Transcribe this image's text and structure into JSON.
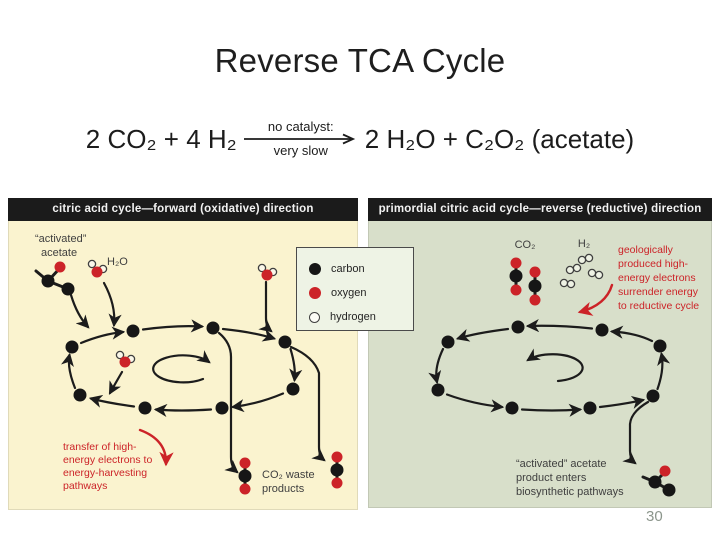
{
  "title": "Reverse TCA Cycle",
  "equation": {
    "reactants": "2 CO₂ + 4 H₂",
    "condition_top": "no catalyst:",
    "condition_bottom": "very slow",
    "products": "2 H₂O + C₂O₂ (acetate)"
  },
  "legend": {
    "carbon": "carbon",
    "oxygen": "oxygen",
    "hydrogen": "hydrogen"
  },
  "left_panel": {
    "header": "citric acid cycle—forward (oxidative) direction",
    "activated_acetate_line1": "“activated”",
    "activated_acetate_line2": "acetate",
    "h2o_label": "H₂O",
    "co2_waste_line1": "CO₂ waste",
    "co2_waste_line2": "products",
    "transfer_note": [
      "transfer of high-",
      "energy electrons to",
      "energy-harvesting",
      "pathways"
    ]
  },
  "right_panel": {
    "header": "primordial citric acid cycle—reverse (reductive) direction",
    "co2_label": "CO₂",
    "h2_label": "H₂",
    "geo_note": [
      "geologically",
      "produced high-",
      "energy electrons",
      "surrender energy",
      "to reductive cycle"
    ],
    "acetate_note": [
      "“activated” acetate",
      "product enters",
      "biosynthetic pathways"
    ]
  },
  "page_number": "30",
  "colors": {
    "red": "#cc2328",
    "panel_left_bg": "#faf3cf",
    "panel_right_bg": "#d8dfca",
    "legend_bg": "#eef3e5",
    "header_bg": "#1b1b1b"
  }
}
